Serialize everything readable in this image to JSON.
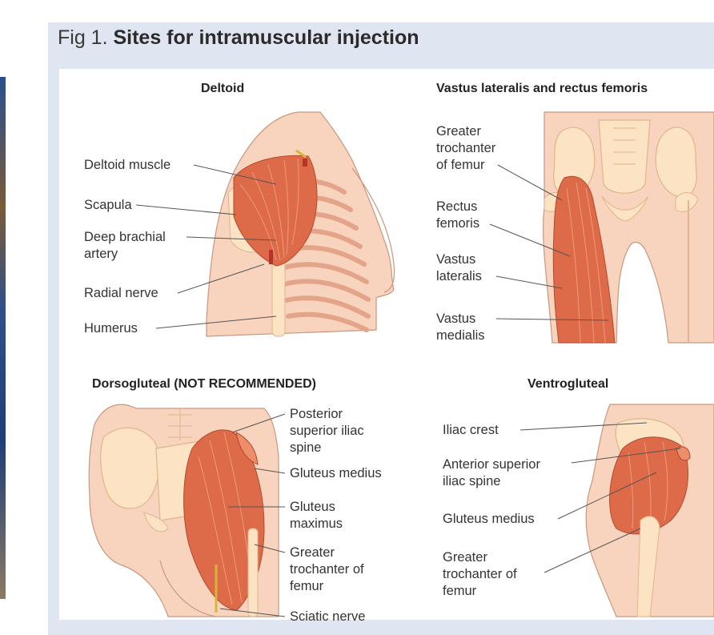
{
  "figure": {
    "title_prefix": "Fig 1.",
    "title": "Sites for intramuscular injection"
  },
  "panels": {
    "deltoid": {
      "title": "Deltoid",
      "labels": [
        "Deltoid muscle",
        "Scapula",
        "Deep brachial\nartery",
        "Radial nerve",
        "Humerus"
      ]
    },
    "vastus": {
      "title": "Vastus lateralis and rectus femoris",
      "labels": [
        "Greater\ntrochanter\nof femur",
        "Rectus\nfemoris",
        "Vastus\nlateralis",
        "Vastus\nmedialis"
      ]
    },
    "dorsogluteal": {
      "title": "Dorsogluteal (NOT RECOMMENDED)",
      "labels": [
        "Posterior\nsuperior iliac\nspine",
        "Gluteus medius",
        "Gluteus\nmaximus",
        "Greater\ntrochanter of\nfemur",
        "Sciatic nerve"
      ]
    },
    "ventrogluteal": {
      "title": "Ventrogluteal",
      "labels": [
        "Iliac crest",
        "Anterior superior\niliac spine",
        "Gluteus medius",
        "Greater\ntrochanter of\nfemur"
      ]
    }
  },
  "colors": {
    "skin": "#f8d3bd",
    "skin_outline": "#c9977f",
    "muscle": "#dd6a48",
    "muscle_light": "#ec8e6a",
    "bone": "#fbe3c3",
    "bone_outline": "#e0b58b",
    "background_panel": "#dfe5f1"
  }
}
